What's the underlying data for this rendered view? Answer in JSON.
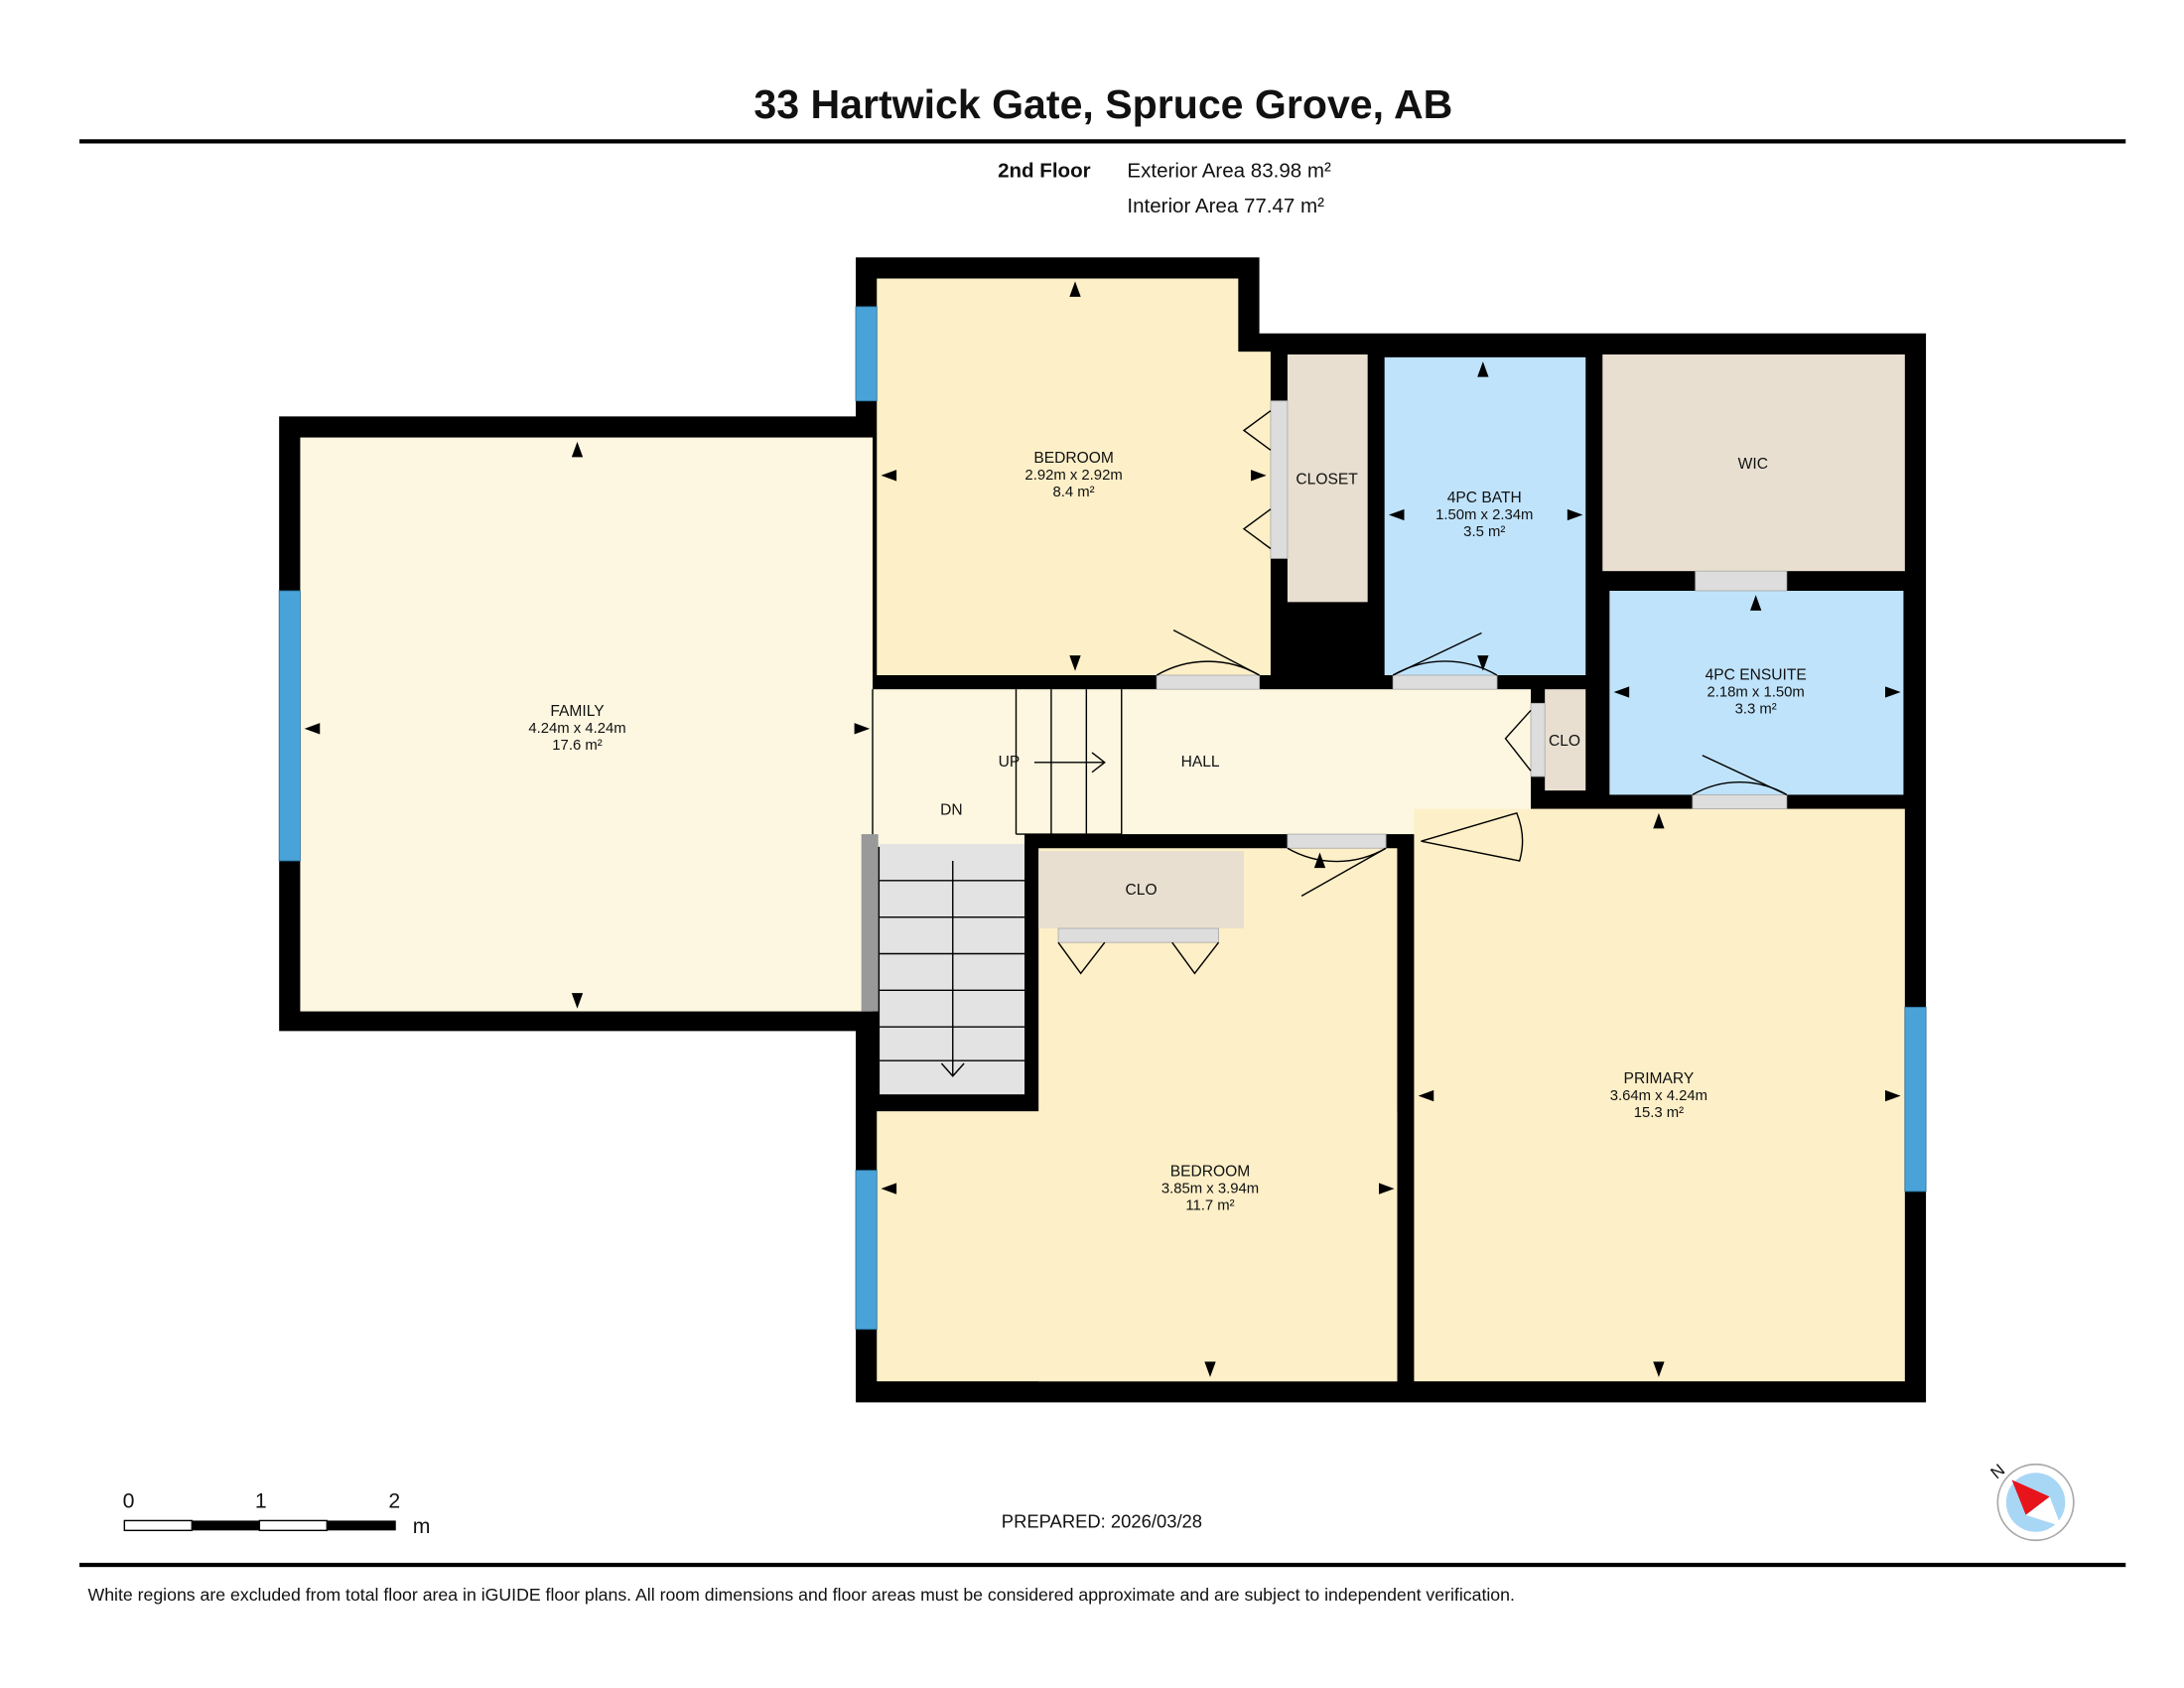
{
  "header": {
    "title": "33 Hartwick Gate, Spruce Grove, AB",
    "floor": "2nd Floor",
    "exterior_area": "Exterior Area 83.98 m²",
    "interior_area": "Interior Area 77.47 m²"
  },
  "rooms": {
    "family": {
      "name": "FAMILY",
      "dims": "4.24m x 4.24m",
      "area": "17.6 m²"
    },
    "bedroom_top": {
      "name": "BEDROOM",
      "dims": "2.92m x 2.92m",
      "area": "8.4 m²"
    },
    "closet": {
      "name": "CLOSET"
    },
    "bath": {
      "name": "4PC BATH",
      "dims": "1.50m x 2.34m",
      "area": "3.5 m²"
    },
    "wic": {
      "name": "WIC"
    },
    "ensuite": {
      "name": "4PC ENSUITE",
      "dims": "2.18m x 1.50m",
      "area": "3.3 m²"
    },
    "clo_small": {
      "name": "CLO"
    },
    "hall": {
      "name": "HALL"
    },
    "stairs_up": {
      "name": "UP"
    },
    "stairs_down": {
      "name": "DN"
    },
    "clo_lower": {
      "name": "CLO"
    },
    "bedroom_bottom": {
      "name": "BEDROOM",
      "dims": "3.85m x 3.94m",
      "area": "11.7 m²"
    },
    "primary": {
      "name": "PRIMARY",
      "dims": "3.64m x 4.24m",
      "area": "15.3 m²"
    }
  },
  "scale": {
    "labels": [
      "0",
      "1",
      "2"
    ],
    "unit": "m"
  },
  "prepared": "PREPARED: 2026/03/28",
  "compass": {
    "label": "N",
    "icon": "compass-icon"
  },
  "footer": "White regions are excluded from total floor area in iGUIDE floor plans. All room dimensions and floor areas must be considered approximate and are subject to independent verification.",
  "colors": {
    "wall": "#000000",
    "bedroom": "#fdefc7",
    "living": "#fdf7e1",
    "storage": "#e8dfd0",
    "bath": "#bfe3fb",
    "window": "#4aa3d8",
    "compass_needle": "#e8141b"
  }
}
